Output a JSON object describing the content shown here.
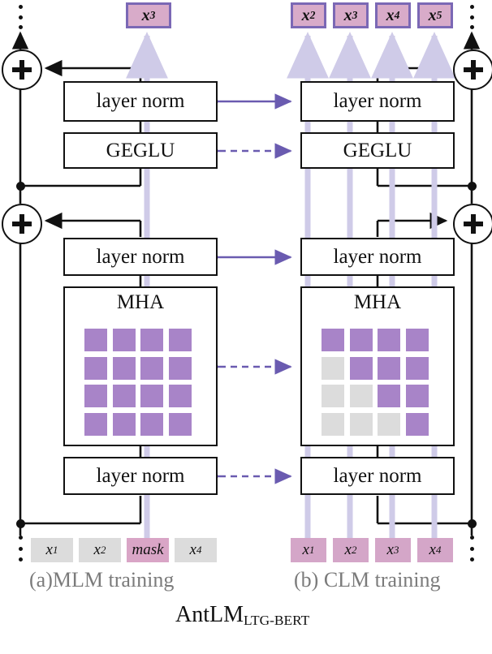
{
  "figure": {
    "model_name_main": "AntLM",
    "model_name_sub": "LTG-BERT",
    "panels": [
      {
        "id": "a",
        "caption": "(a)MLM training"
      },
      {
        "id": "b",
        "caption": "(b) CLM training"
      }
    ]
  },
  "colors": {
    "attention_on": "#a884c8",
    "attention_off": "#dcdcdc",
    "token_mask": "#d9a5c6",
    "token_plain": "#dcdcdc",
    "token_clm": "#d4a6c8",
    "output_box_fill": "#d8abc9",
    "output_box_border": "#7b68b5",
    "link_arrow": "#6a5bb0",
    "signal_line": "#cfcbe8",
    "caption_text": "#7b7b7b"
  },
  "left": {
    "outputs": [
      {
        "label": "x",
        "sub": "3"
      }
    ],
    "blocks": {
      "layer_norm_top": "layer norm",
      "geglu": "GEGLU",
      "layer_norm_mid": "layer norm",
      "mha": "MHA",
      "layer_norm_bottom": "layer norm"
    },
    "residual_ops": [
      "plus",
      "plus"
    ],
    "attention_mask": [
      [
        1,
        1,
        1,
        1
      ],
      [
        1,
        1,
        1,
        1
      ],
      [
        1,
        1,
        1,
        1
      ],
      [
        1,
        1,
        1,
        1
      ]
    ],
    "tokens": [
      {
        "label": "x",
        "sub": "1",
        "kind": "plain"
      },
      {
        "label": "x",
        "sub": "2",
        "kind": "plain"
      },
      {
        "label": "mask",
        "sub": "",
        "kind": "mask"
      },
      {
        "label": "x",
        "sub": "4",
        "kind": "plain"
      }
    ]
  },
  "right": {
    "outputs": [
      {
        "label": "x",
        "sub": "2"
      },
      {
        "label": "x",
        "sub": "3"
      },
      {
        "label": "x",
        "sub": "4"
      },
      {
        "label": "x",
        "sub": "5"
      }
    ],
    "blocks": {
      "layer_norm_top": "layer norm",
      "geglu": "GEGLU",
      "layer_norm_mid": "layer norm",
      "mha": "MHA",
      "layer_norm_bottom": "layer norm"
    },
    "residual_ops": [
      "plus",
      "plus"
    ],
    "attention_mask": [
      [
        1,
        1,
        1,
        1
      ],
      [
        0,
        1,
        1,
        1
      ],
      [
        0,
        0,
        1,
        1
      ],
      [
        0,
        0,
        0,
        1
      ]
    ],
    "tokens": [
      {
        "label": "x",
        "sub": "1",
        "kind": "clm"
      },
      {
        "label": "x",
        "sub": "2",
        "kind": "clm"
      },
      {
        "label": "x",
        "sub": "3",
        "kind": "clm"
      },
      {
        "label": "x",
        "sub": "4",
        "kind": "clm"
      }
    ]
  },
  "links": [
    {
      "from": "layer-norm-top",
      "style": "solid-double-arrow"
    },
    {
      "from": "geglu",
      "style": "dashed-double-arrow"
    },
    {
      "from": "layer-norm-mid",
      "style": "solid-double-arrow"
    },
    {
      "from": "mha",
      "style": "dashed-double-arrow"
    },
    {
      "from": "layer-norm-bottom",
      "style": "dashed-double-arrow"
    }
  ]
}
